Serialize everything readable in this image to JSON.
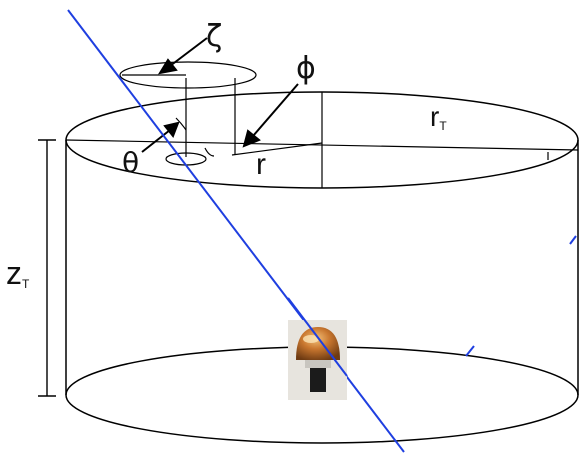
{
  "diagram": {
    "labels": {
      "zeta": "ζ",
      "phi": "ϕ",
      "theta": "θ",
      "r": "r",
      "r_T_base": "r",
      "r_T_sub": "T",
      "z_T_base": "z",
      "z_T_sub": "T"
    },
    "colors": {
      "line": "#000000",
      "muon_track": "#1f3fe0",
      "background": "#ffffff"
    },
    "pmt": {
      "description_icon": "photomultiplier-icon"
    }
  }
}
